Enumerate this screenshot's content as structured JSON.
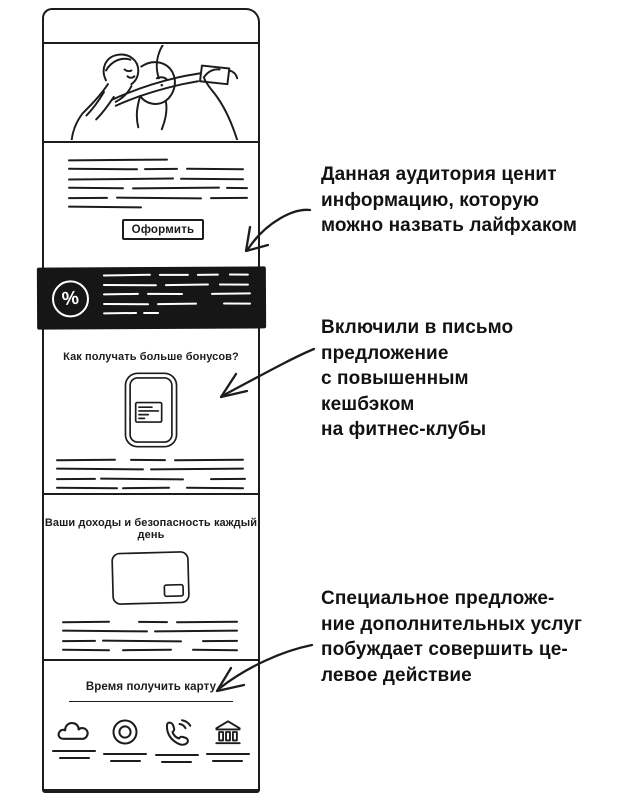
{
  "email_wireframe": {
    "cta_button": "Оформить",
    "promo_percent": "%",
    "bonus_section_heading": "Как получать больше бонусов?",
    "income_section_heading": "Ваши доходы и безопасность каждый день",
    "footer_heading": "Время получить карту"
  },
  "annotations": [
    {
      "lines": [
        "Данная аудитория ценит",
        "информацию, которую",
        "можно назвать лайфхаком"
      ]
    },
    {
      "lines": [
        "Включили в письмо",
        "предложение",
        "с повышенным",
        "кешбэком",
        "на фитнес-клубы"
      ]
    },
    {
      "lines": [
        "Специальное предложе-",
        "ние дополнительных услуг",
        "побуждает совершить це-",
        "левое действие"
      ]
    }
  ],
  "footer_icons": [
    "cloud",
    "target",
    "phone",
    "bank"
  ],
  "colors": {
    "ink": "#1c1c1c",
    "banner_background": "#161616",
    "background": "#ffffff"
  }
}
